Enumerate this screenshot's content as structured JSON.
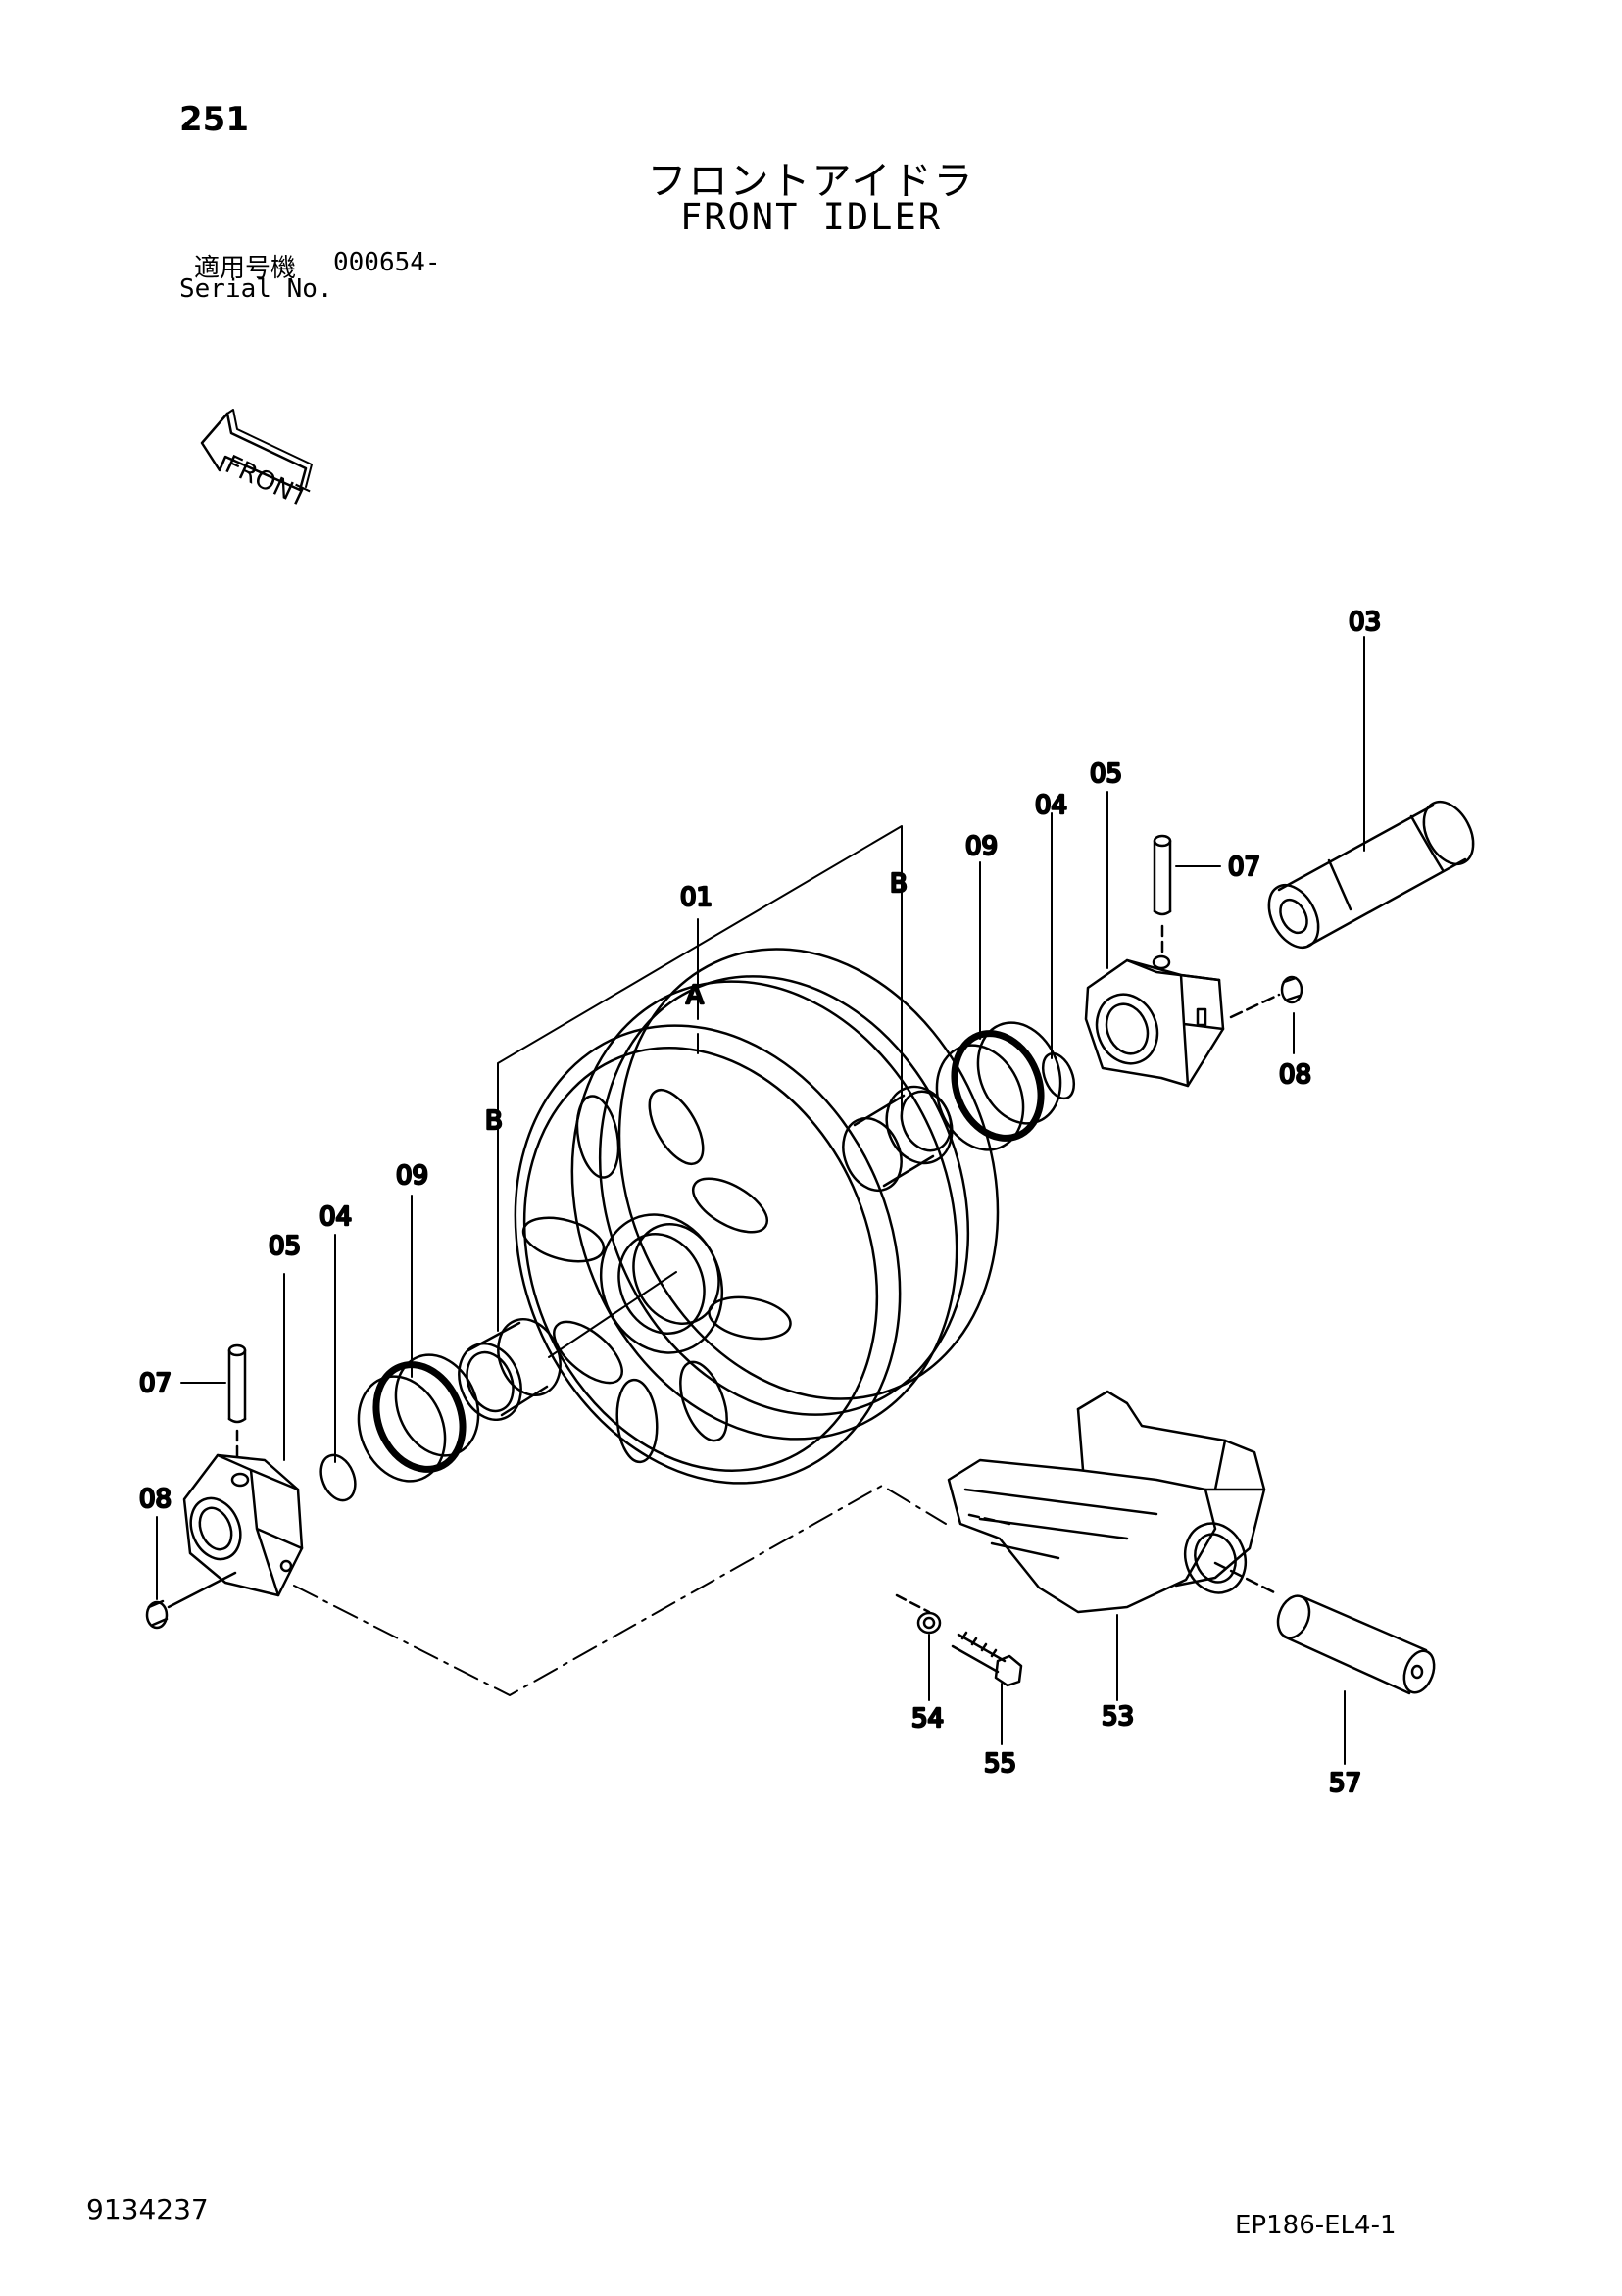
{
  "page_number": "251",
  "title_ja": "フロントアイドラ",
  "title_en": "FRONT IDLER",
  "serial": {
    "label_ja": "適用号機",
    "label_en": "Serial No.",
    "value": "000654-"
  },
  "front_arrow_label": "FRONT",
  "callouts": {
    "p01": "01",
    "p03": "03",
    "p04_right": "04",
    "p04_left": "04",
    "p05_right": "05",
    "p05_left": "05",
    "p07_right": "07",
    "p07_left": "07",
    "p08_right": "08",
    "p08_left": "08",
    "p09_right": "09",
    "p09_left": "09",
    "p53": "53",
    "p54": "54",
    "p55": "55",
    "p57": "57",
    "a": "A",
    "b_right": "B",
    "b_left": "B"
  },
  "drawing_number": "9134237",
  "page_code": "EP186-EL4-1"
}
